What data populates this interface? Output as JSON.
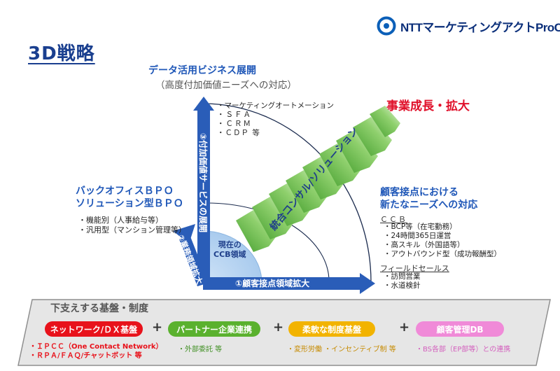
{
  "page": {
    "title": "3D戦略"
  },
  "logo": {
    "text": "NTTマーケティングアクトProCX"
  },
  "top_axis": {
    "title": "データ活用ビジネス展開",
    "subtitle": "（高度付加価値ニーズへの対応）",
    "items": [
      "・マーケティングオートメーション",
      "・ＳＦＡ",
      "・ＣＲＭ",
      "・ＣＤＰ 等"
    ],
    "vertical_label": "③付加価値サービスの展開"
  },
  "left_block": {
    "title_line1": "バックオフィスＢＰＯ",
    "title_line2": "ソリューション型ＢＰＯ",
    "items": [
      "・機能別（人事給与等）",
      "・汎用型（マンション管理等）"
    ],
    "diag_label": "②業務領域拡大"
  },
  "center": {
    "current_label_line1": "現在の",
    "current_label_line2": "CCB領域",
    "horizontal_label": "①顧客接点領域拡大",
    "arrow_label": "統合コンサル/ソリューション"
  },
  "growth": {
    "label": "事業成長・拡大"
  },
  "right_block": {
    "title_line1": "顧客接点における",
    "title_line2": "新たなニーズへの対応",
    "ccb_header": "ＣＣＢ",
    "ccb_items": [
      "・BCP等（在宅勤務）",
      "・24時間365日運営",
      "・高スキル（外国語等）",
      "・アウトバウンド型（成功報酬型）"
    ],
    "field_header": "フィールドセールス",
    "field_items": [
      "・訪問営業",
      "・水道検針"
    ]
  },
  "foundation": {
    "title": "下支えする基盤・制度",
    "pills": [
      {
        "label": "ネットワーク/ＤＸ基盤",
        "color": "#e8121b"
      },
      {
        "label": "パートナー企業連携",
        "color": "#5ab12e"
      },
      {
        "label": "柔軟な制度基盤",
        "color": "#f2b300"
      },
      {
        "label": "顧客管理DB",
        "color": "#f08ad8"
      }
    ],
    "plus": "+",
    "notes": {
      "n1_line1": "・ＩＰＣＣ（One Contact Network）",
      "n1_line2": "・ＲＰＡ/ＦＡＱ/チャットボット 等",
      "n2": "・外部委託 等",
      "n3": "・変形労働 ・インセンティブ制 等",
      "n4": "・BS各部（EP部等）との連携"
    }
  },
  "colors": {
    "accent_blue": "#1f57b8",
    "growth_red": "#e0102a",
    "axis_blue": "#2a5db8"
  },
  "icons": {
    "logo_mark": "ring-logo-icon"
  }
}
